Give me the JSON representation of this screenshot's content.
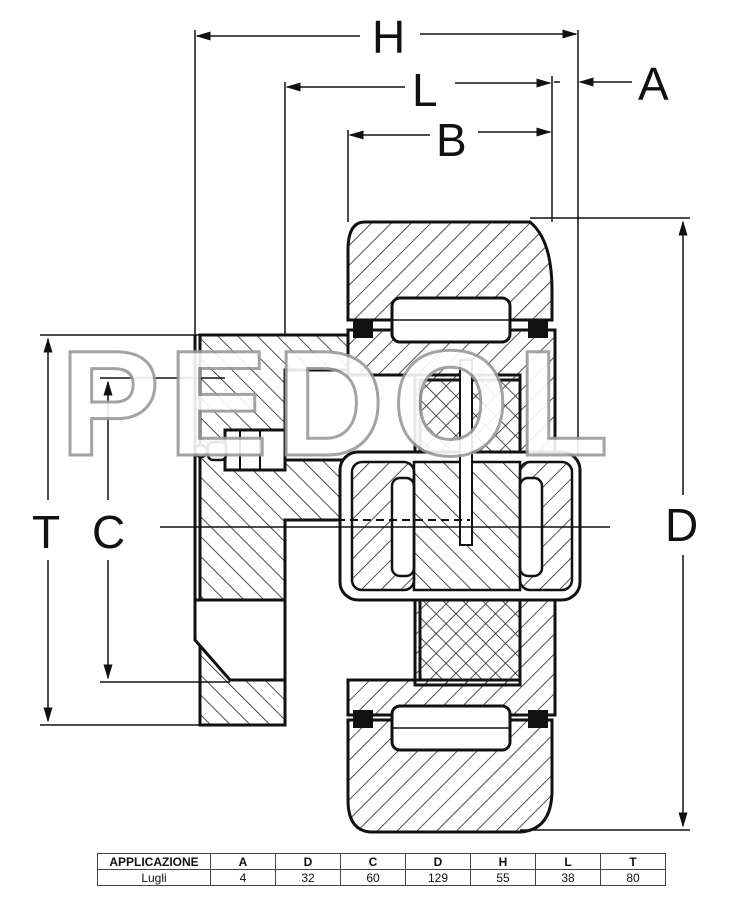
{
  "drawing": {
    "dimension_labels": {
      "H": "H",
      "L": "L",
      "A": "A",
      "B": "B",
      "T": "T",
      "C": "C",
      "D": "D"
    },
    "watermark": "PEDOL"
  },
  "spec_table": {
    "headers": [
      "APPLICAZIONE",
      "A",
      "D",
      "C",
      "D",
      "H",
      "L",
      "T"
    ],
    "rows": [
      [
        "Lugli",
        "4",
        "32",
        "60",
        "129",
        "55",
        "38",
        "80"
      ]
    ]
  }
}
